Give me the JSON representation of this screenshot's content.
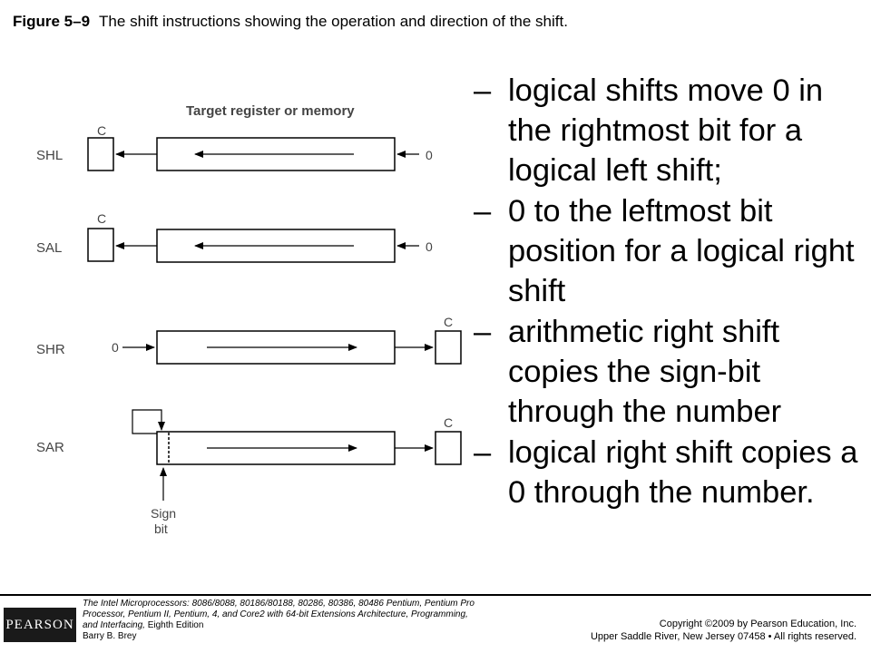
{
  "caption": {
    "figure_number": "Figure 5–9",
    "text": "The shift instructions showing the operation and direction of the shift."
  },
  "diagram": {
    "header_label": "Target register or memory",
    "rows": [
      {
        "name": "SHL",
        "carry": "C",
        "input": "0"
      },
      {
        "name": "SAL",
        "carry": "C",
        "input": "0"
      },
      {
        "name": "SHR",
        "carry": "C",
        "input": "0"
      },
      {
        "name": "SAR",
        "carry": "C",
        "input": ""
      }
    ],
    "sign_bit_label_line1": "Sign",
    "sign_bit_label_line2": "bit"
  },
  "bullets": [
    {
      "dash": "–",
      "text": "logical shifts move 0 in the rightmost bit for a logical left shift;"
    },
    {
      "dash": "–",
      "text": "0 to the leftmost bit position for a logical right shift"
    },
    {
      "dash": "–",
      "text": "arithmetic right shift copies the sign-bit through the number"
    },
    {
      "dash": "–",
      "text": "logical right shift copies a 0 through the number."
    }
  ],
  "footer": {
    "logo_text": "PEARSON",
    "book_title": "The Intel Microprocessors: 8086/8088, 80186/80188, 80286, 80386, 80486 Pentium, Pentium Pro Processor, Pentium II, Pentium, 4, and Core2 with 64-bit Extensions Architecture, Programming, and Interfacing,",
    "edition": "Eighth Edition",
    "author": "Barry B. Brey",
    "copyright_line1": "Copyright ©2009 by Pearson Education, Inc.",
    "copyright_line2": "Upper Saddle River, New Jersey 07458 • All rights reserved."
  }
}
